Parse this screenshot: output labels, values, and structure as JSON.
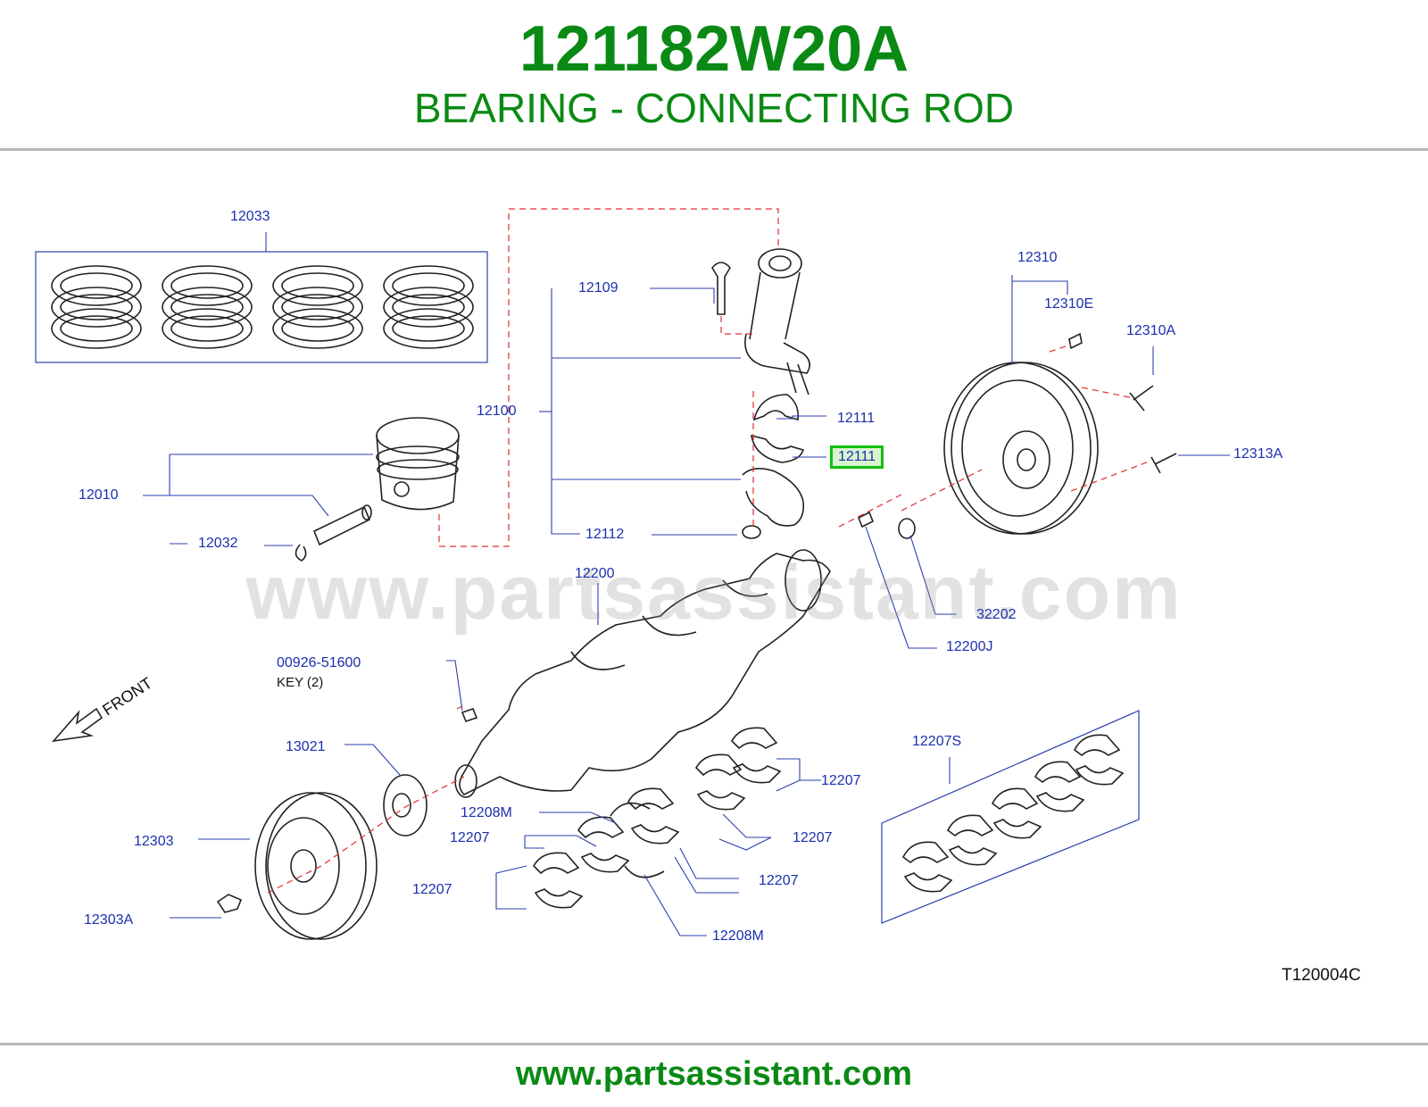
{
  "header": {
    "part_number": "121182W20A",
    "part_name": "BEARING - CONNECTING ROD"
  },
  "diagram": {
    "watermark": "www.partsassistant.com",
    "front_label": "FRONT",
    "code": "T120004C",
    "colors": {
      "title": "#0a8a14",
      "label": "#1a2fae",
      "highlight_border": "#10c010",
      "leader_dashed": "#e03030"
    },
    "labels": {
      "l12033": "12033",
      "l12109": "12109",
      "l12100": "12100",
      "l12111a": "12111",
      "l12111b": "12111",
      "l12010": "12010",
      "l12032": "12032",
      "l12112": "12112",
      "l12200": "12200",
      "l12310": "12310",
      "l12310e": "12310E",
      "l12310a": "12310A",
      "l12313a": "12313A",
      "l32202": "32202",
      "l12200j": "12200J",
      "l00926": "00926-51600",
      "lkey": "KEY  (2)",
      "l13021": "13021",
      "l12303": "12303",
      "l12303a": "12303A",
      "l12208m_a": "12208M",
      "l12207_a": "12207",
      "l12207_b": "12207",
      "l12207_c": "12207",
      "l12207_d": "12207",
      "l12207_e": "12207",
      "l12207s": "12207S",
      "l12208m_b": "12208M"
    }
  },
  "footer": {
    "url": "www.partsassistant.com"
  }
}
